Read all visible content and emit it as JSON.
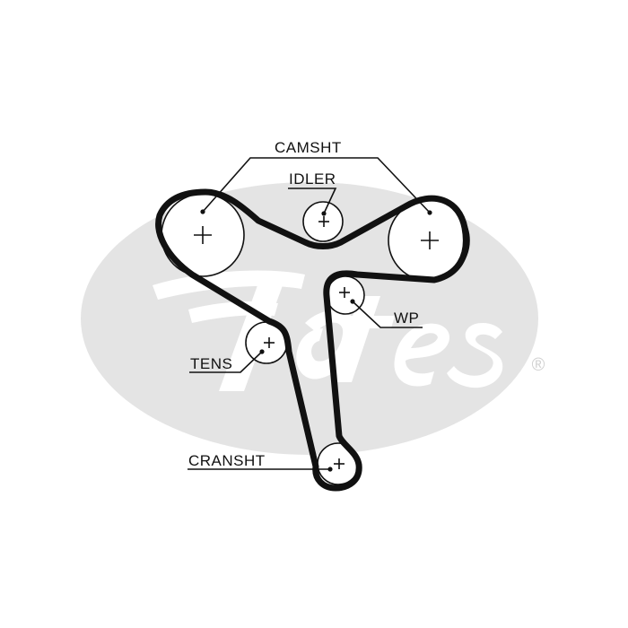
{
  "labels": {
    "camshaft": "CAMSHT",
    "idler": "IDLER",
    "water_pump": "WP",
    "tensioner": "TENS",
    "crankshaft": "CRANSHT"
  },
  "watermark": {
    "brand": "Gates",
    "registered_mark": "®",
    "color": "#e3e3e3"
  },
  "colors": {
    "belt": "#111111",
    "line": "#111111",
    "background": "#ffffff"
  }
}
